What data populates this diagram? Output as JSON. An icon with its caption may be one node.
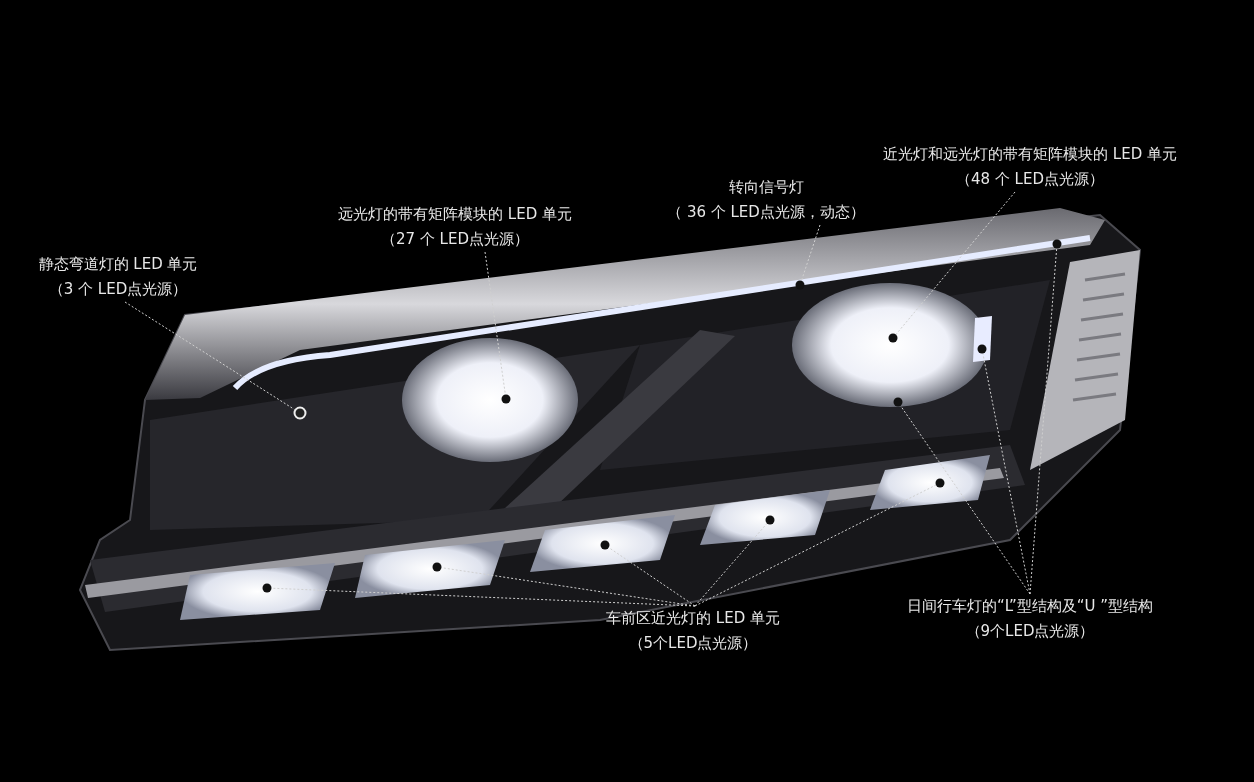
{
  "diagram": {
    "nodes": [
      {
        "text": [
          "静态弯道灯的 LED 单元",
          "（3 个 LED点光源）"
        ]
      },
      {
        "text": [
          "远光灯的带有矩阵模块的 LED 单元",
          "（27 个 LED点光源）"
        ]
      },
      {
        "text": [
          "转向信号灯",
          "（ 36 个 LED点光源，动态）"
        ]
      },
      {
        "text": [
          "近光灯和远光灯的带有矩阵模块的 LED 单元",
          "（48 个 LED点光源）"
        ]
      },
      {
        "text": [
          "车前区近光灯的 LED 单元",
          "（5个LED点光源）"
        ]
      },
      {
        "text": [
          "日间行车灯的“L”型结构及“U ”型结构",
          "（9个LED点光源）"
        ]
      },
      {
        "text": [],
        "shape": "circle"
      },
      {
        "text": [],
        "shape": "circle"
      },
      {
        "text": [],
        "shape": "circle"
      },
      {
        "text": [],
        "shape": "circle"
      },
      {
        "text": [],
        "shape": "circle"
      },
      {
        "text": [],
        "shape": "circle"
      },
      {
        "text": [],
        "shape": "circle"
      },
      {
        "text": [],
        "shape": "circle"
      },
      {
        "text": [],
        "shape": "circle"
      },
      {
        "text": [],
        "shape": "circle"
      },
      {
        "text": [],
        "shape": "circle"
      },
      {
        "text": [],
        "shape": "circle"
      }
    ],
    "edges": [
      {
        "from": 0,
        "to": 6,
        "arrow": "none"
      },
      {
        "from": 1,
        "to": 7,
        "arrow": "none"
      },
      {
        "from": 2,
        "to": 8,
        "arrow": "none"
      },
      {
        "from": 3,
        "to": 9,
        "arrow": "none"
      },
      {
        "from": 5,
        "to": 10,
        "arrow": "none"
      },
      {
        "from": 5,
        "to": 11,
        "arrow": "none"
      },
      {
        "from": 5,
        "to": 12,
        "arrow": "none"
      },
      {
        "from": 4,
        "to": 13,
        "arrow": "none"
      },
      {
        "from": 4,
        "to": 14,
        "arrow": "none"
      },
      {
        "from": 4,
        "to": 15,
        "arrow": "none"
      },
      {
        "from": 4,
        "to": 16,
        "arrow": "none"
      },
      {
        "from": 4,
        "to": 17,
        "arrow": "none"
      }
    ]
  }
}
